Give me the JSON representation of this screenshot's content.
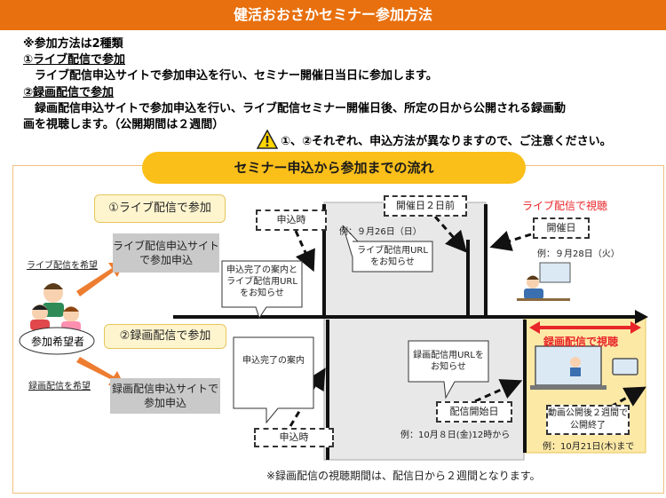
{
  "header": {
    "title": "健活おおさかセミナー参加方法"
  },
  "intro": {
    "line1": "※参加方法は2種類",
    "line2": "①ライブ配信で参加",
    "line3": "　ライブ配信申込サイトで参加申込を行い、セミナー開催日当日に参加します。",
    "line4": "②録画配信で参加",
    "line5": "　録画配信申込サイトで参加申込を行い、ライブ配信セミナー開催日後、所定の日から公開される録画動",
    "line6": "画を視聴します。（公開期間は２週間）",
    "warning": "①、②それぞれ、申込方法が異なりますので、ご注意ください。"
  },
  "flow": {
    "title": "セミナー申込から参加までの流れ",
    "applicants": "参加希望者",
    "live_wish": "ライブ配信を希望",
    "record_wish": "録画配信を希望",
    "live": {
      "label": "①ライブ配信で参加",
      "site": "ライブ配信申込サイトで参加申込",
      "apply_when": "申込時",
      "complete_notice": "申込完了の案内とライブ配信用URLをお知らせ",
      "two_days_before": "開催日２日前",
      "example_date1": "例：９月26日（日）",
      "url_notice": "ライブ配信用URLをお知らせ",
      "watch": "ライブ配信で視聴",
      "event_day": "開催日",
      "example_date2": "例：９月28日（火）"
    },
    "record": {
      "label": "②録画配信で参加",
      "site": "録画配信申込サイトで参加申込",
      "complete_notice": "申込完了の案内",
      "apply_when": "申込時",
      "url_notice": "録画配信用URLをお知らせ",
      "start": "配信開始日",
      "start_example": "例：10月８日(金)12時から",
      "watch": "録画配信で視聴",
      "end_notice": "動画公開後２週間で公開終了",
      "end_example": "例：10月21日(木)まで"
    },
    "footnote": "※録画配信の視聴期間は、配信日から２週間となります。"
  },
  "colors": {
    "header": "#e8700e",
    "pill": "#fbbf1a",
    "red": "#e8262a",
    "arrow": "#ed7d31"
  }
}
